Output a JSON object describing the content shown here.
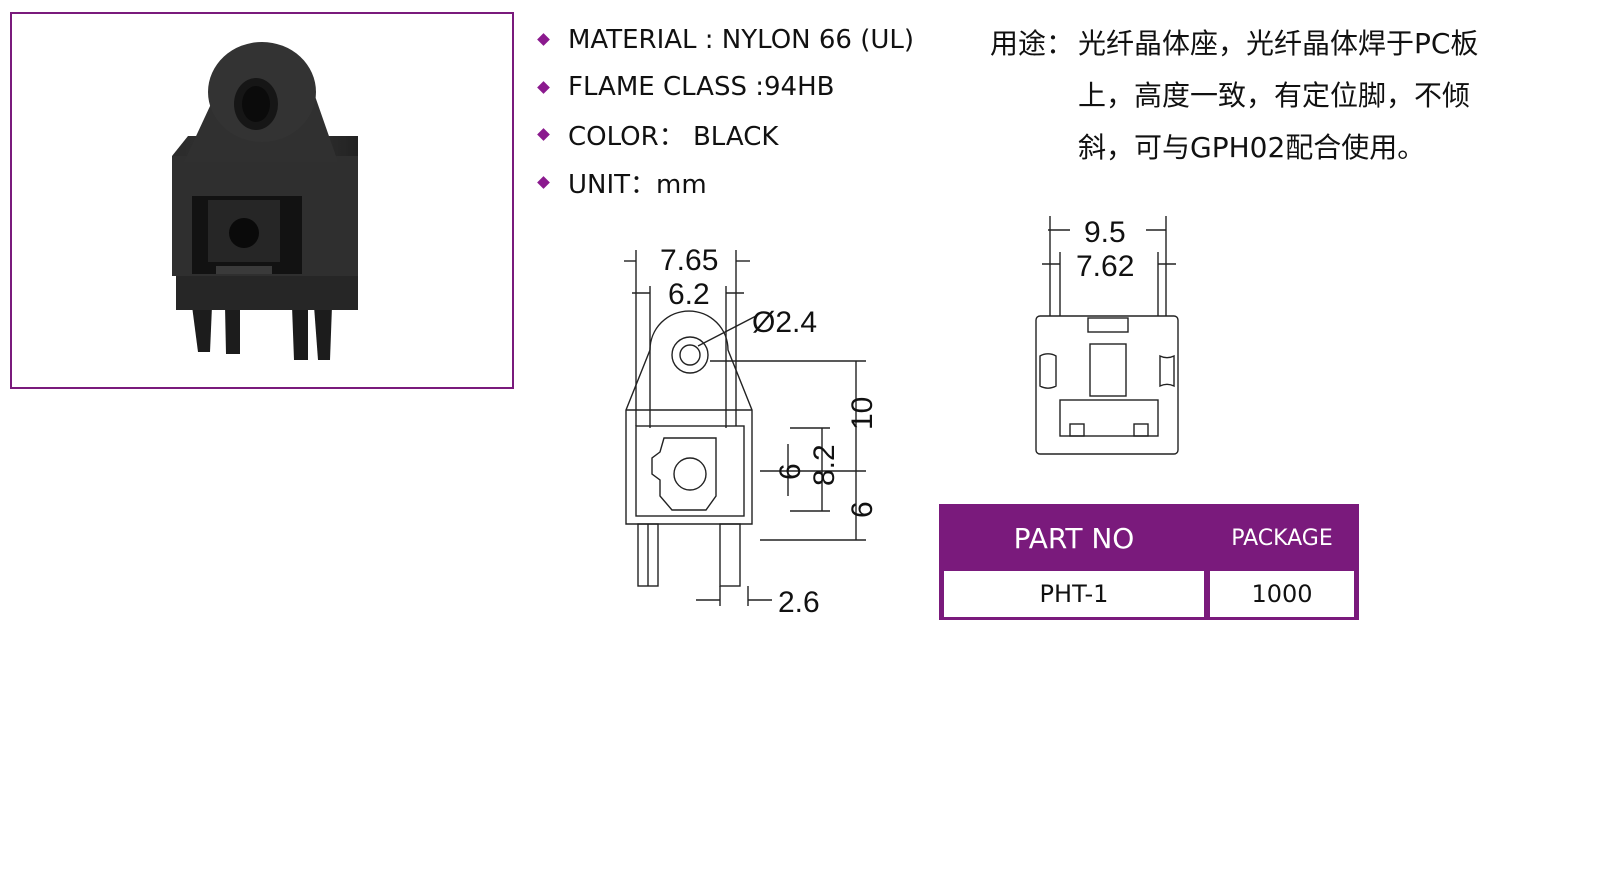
{
  "specs": [
    {
      "text": "MATERIAL : NYLON 66 (UL)"
    },
    {
      "text": "FLAME CLASS :94HB"
    },
    {
      "text": "COLOR： BLACK"
    },
    {
      "text": "UNIT：mm"
    }
  ],
  "usage": {
    "label": "用途：",
    "line1": "光纤晶体座，光纤晶体焊于PC板",
    "line2": "上，高度一致，有定位脚，不倾",
    "line3": "斜，可与GPH02配合使用。"
  },
  "drawing_front": {
    "dims": {
      "width_outer": "7.65",
      "width_inner": "6.2",
      "hole_diameter": "Ø2.4",
      "height_top": "10",
      "height_window": "8.2",
      "height_inner": "6",
      "height_bottom": "6",
      "pin_pitch": "2.6"
    }
  },
  "drawing_back": {
    "dims": {
      "width_outer": "9.5",
      "width_inner": "7.62"
    }
  },
  "table": {
    "headers": {
      "part_no": "PART NO",
      "package": "PACKAGE"
    },
    "rows": [
      {
        "part_no": "PHT-1",
        "package": "1000"
      }
    ]
  },
  "colors": {
    "accent": "#7a1a7c",
    "bullet": "#8b1a8e"
  }
}
